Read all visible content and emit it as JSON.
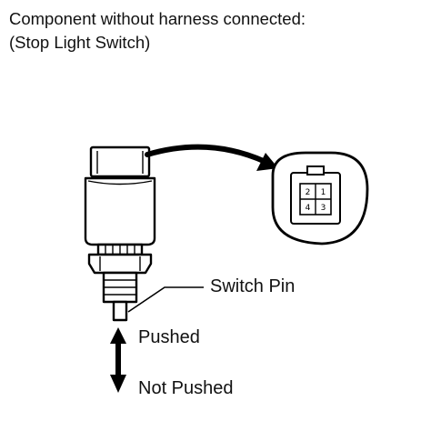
{
  "title": {
    "line1": "Component without harness connected:",
    "line2": "(Stop Light Switch)"
  },
  "labels": {
    "switch_pin": "Switch Pin",
    "pushed": "Pushed",
    "not_pushed": "Not Pushed"
  },
  "connector_pins": [
    "2",
    "1",
    "4",
    "3"
  ]
}
